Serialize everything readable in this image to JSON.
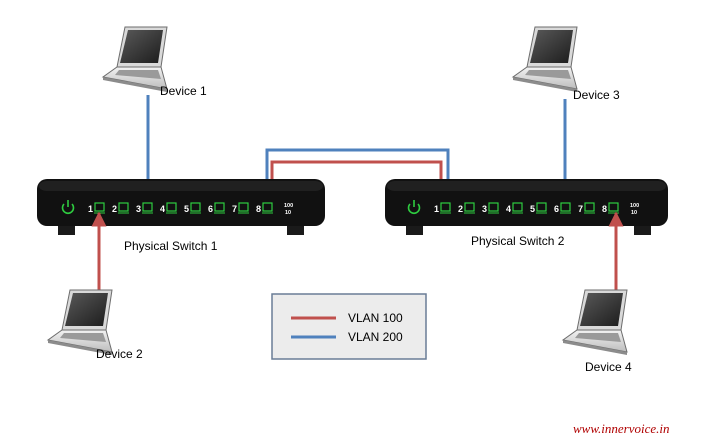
{
  "devices": {
    "d1": "Device 1",
    "d2": "Device 2",
    "d3": "Device 3",
    "d4": "Device 4"
  },
  "switches": {
    "s1": "Physical Switch 1",
    "s2": "Physical Switch 2"
  },
  "ports": [
    "1",
    "2",
    "3",
    "4",
    "5",
    "6",
    "7",
    "8"
  ],
  "speed": {
    "top": "100",
    "bottom": "10"
  },
  "legend": {
    "vlan100": {
      "label": "VLAN 100",
      "color": "#c0504d"
    },
    "vlan200": {
      "label": "VLAN 200",
      "color": "#4f81bd"
    }
  },
  "watermark": "www.innervoice.in"
}
